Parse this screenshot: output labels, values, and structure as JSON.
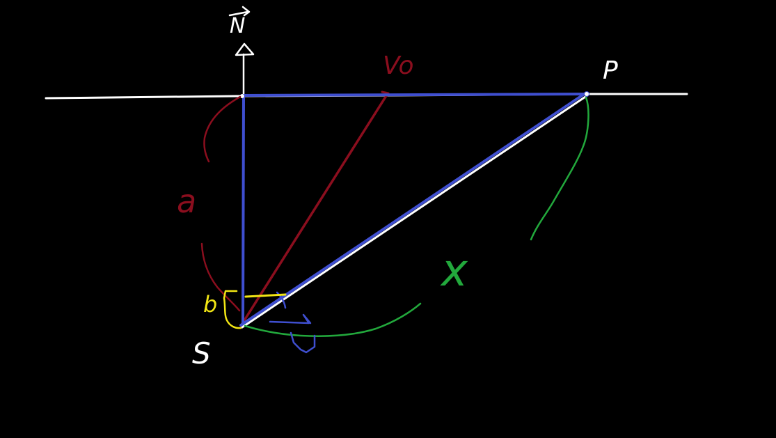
{
  "colors": {
    "background": "#000000",
    "white": "#ffffff",
    "dark_red": "#8b0e1e",
    "blue": "#3f4fd0",
    "green": "#22a83c",
    "yellow": "#f2e614"
  },
  "labels": {
    "north": "N",
    "north_arrow_name": "up-arrow-icon",
    "source": "S",
    "point": "P",
    "velocity": "Vo",
    "depth": "a",
    "distance": "x",
    "small_angle": "b"
  }
}
